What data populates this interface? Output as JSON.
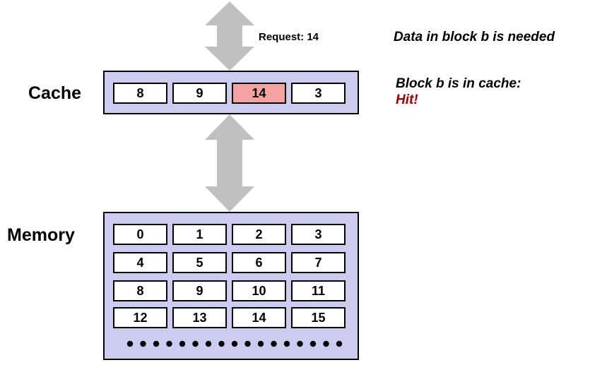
{
  "request_label": "Request: 14",
  "notes": {
    "needed": "Data in block b is needed",
    "in_cache": "Block b is in cache:",
    "hit": "Hit!"
  },
  "colors": {
    "panel": "#ccccf0",
    "hit_cell": "#f4a2a2",
    "arrow": "#c0c0c0",
    "hit_text": "#a00000"
  },
  "cache": {
    "label": "Cache",
    "blocks": [
      {
        "value": "8",
        "hit": false
      },
      {
        "value": "9",
        "hit": false
      },
      {
        "value": "14",
        "hit": true
      },
      {
        "value": "3",
        "hit": false
      }
    ]
  },
  "memory": {
    "label": "Memory",
    "rows": [
      [
        "0",
        "1",
        "2",
        "3"
      ],
      [
        "4",
        "5",
        "6",
        "7"
      ],
      [
        "8",
        "9",
        "10",
        "11"
      ],
      [
        "12",
        "13",
        "14",
        "15"
      ]
    ],
    "ellipsis_dots": 17
  }
}
